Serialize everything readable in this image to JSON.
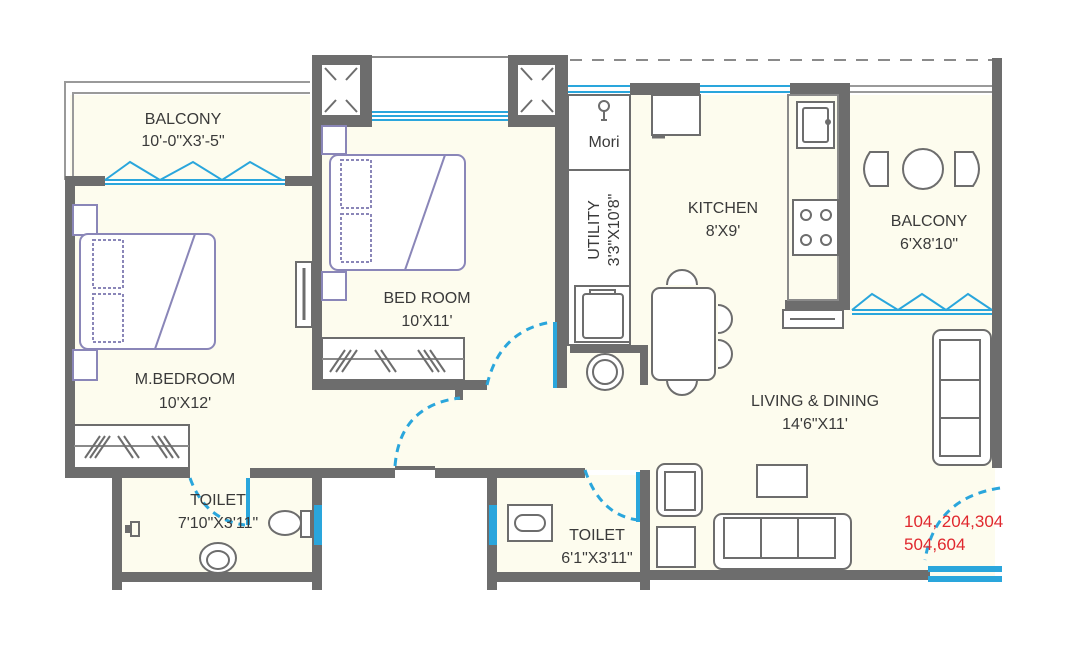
{
  "plan": {
    "rooms": [
      {
        "name": "BALCONY",
        "size": "10'-0\"X3'-5\""
      },
      {
        "name": "BED ROOM",
        "size": "10'X11'"
      },
      {
        "name": "M.BEDROOM",
        "size": "10'X12'"
      },
      {
        "name": "Mori",
        "size": ""
      },
      {
        "name": "UTILITY",
        "size": "3'3\"X10'8\""
      },
      {
        "name": "KITCHEN",
        "size": "8'X9'"
      },
      {
        "name": "BALCONY",
        "size": "6'X8'10\""
      },
      {
        "name": "LIVING & DINING",
        "size": "14'6\"X11'"
      },
      {
        "name": "TOILET",
        "size": "7'10\"X3'11\""
      },
      {
        "name": "TOILET",
        "size": "6'1\"X3'11\""
      }
    ],
    "unit_numbers": {
      "line1": "104, 204,304",
      "line2": "504,604"
    },
    "colors": {
      "wall": "#6d6d6d",
      "floor": "#fdfcee",
      "glass": "#2aa6dc",
      "bed_outline": "#8a86b8",
      "unit_label": "#e0282e"
    }
  }
}
